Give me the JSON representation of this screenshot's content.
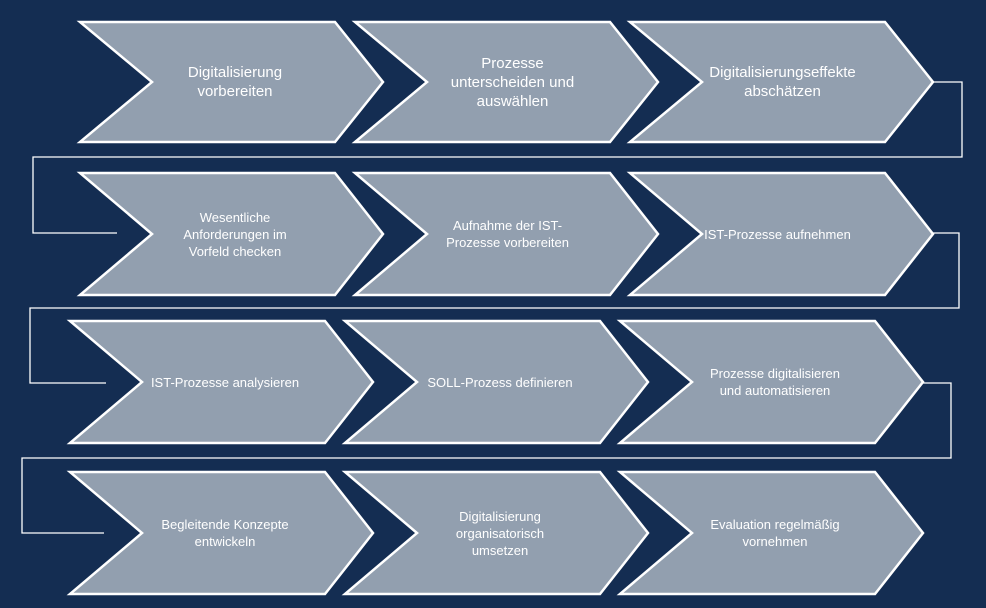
{
  "colors": {
    "background": "#142d52",
    "chevron_fill": "#929faf",
    "chevron_stroke": "#ffffff",
    "connector": "#ffffff",
    "text": "#ffffff"
  },
  "steps": [
    {
      "label": "Digitalisierung\nvorbereiten"
    },
    {
      "label": "Prozesse\nunterscheiden und\nauswählen"
    },
    {
      "label": "Digitalisierungseffekte\nabschätzen"
    },
    {
      "label": "Wesentliche\nAnforderungen im\nVorfeld checken"
    },
    {
      "label": "Aufnahme der IST-\nProzesse vorbereiten"
    },
    {
      "label": "IST-Prozesse aufnehmen"
    },
    {
      "label": "IST-Prozesse analysieren"
    },
    {
      "label": "SOLL-Prozess definieren"
    },
    {
      "label": "Prozesse digitalisieren\nund automatisieren"
    },
    {
      "label": "Begleitende  Konzepte\nentwickeln"
    },
    {
      "label": "Digitalisierung\norganisatorisch\numsetzen"
    },
    {
      "label": "Evaluation regelmäßig\nvornehmen"
    }
  ]
}
